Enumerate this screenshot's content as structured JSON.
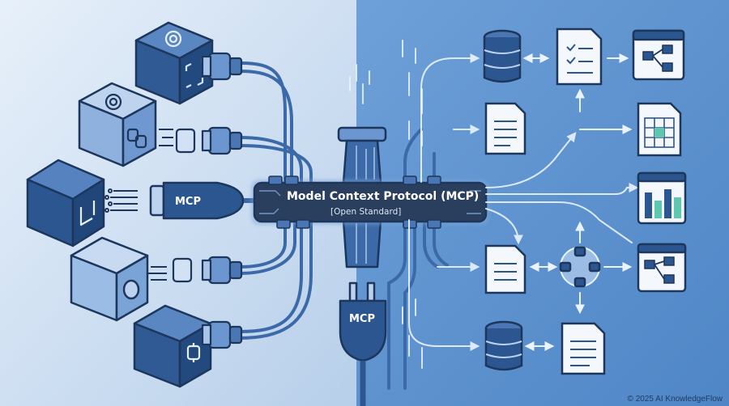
{
  "hub": {
    "title": "Model Context Protocol (MCP)",
    "subtitle": "[Open Standard]"
  },
  "plugs": {
    "left_label": "MCP",
    "bottom_label": "MCP"
  },
  "footer": {
    "copyright": "© 2025 AI KnowledgeFlow"
  },
  "colors": {
    "bg_left": "#cfe0f3",
    "bg_right": "#5d93cf",
    "cube_dark": "#244b80",
    "hub_fill": "#2a3e5e",
    "cable": "#3c6aa8",
    "outline": "#1c365c"
  },
  "icons": {
    "ai_clients": [
      "openai-logo-icon",
      "openai-logo-icon",
      "frame-icon",
      "circle-icon",
      "gear-chip-icon"
    ],
    "resources": [
      "database-icon",
      "document-icon",
      "workflow-window-icon",
      "spreadsheet-icon",
      "chart-icon",
      "network-node-icon"
    ]
  }
}
